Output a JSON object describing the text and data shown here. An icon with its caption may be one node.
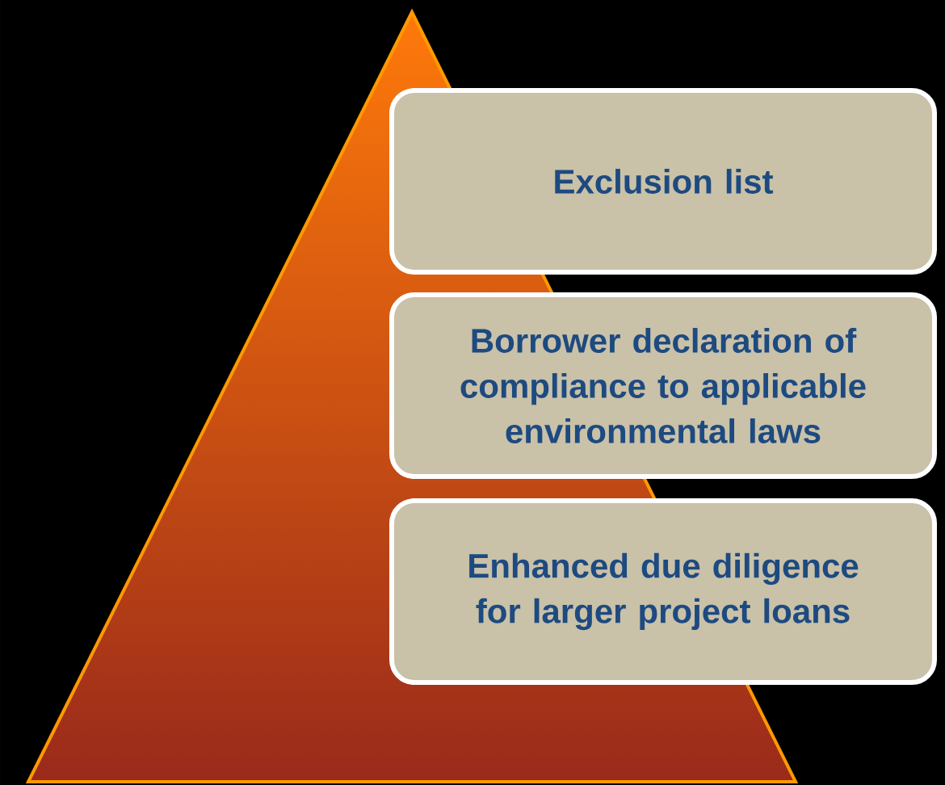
{
  "diagram": {
    "nodes": [
      {
        "text": [
          "Exclusion list"
        ]
      },
      {
        "text": [
          "Borrower declaration of compliance to applicable environmental laws"
        ]
      },
      {
        "text": [
          "Enhanced due diligence for larger project loans"
        ]
      }
    ]
  }
}
